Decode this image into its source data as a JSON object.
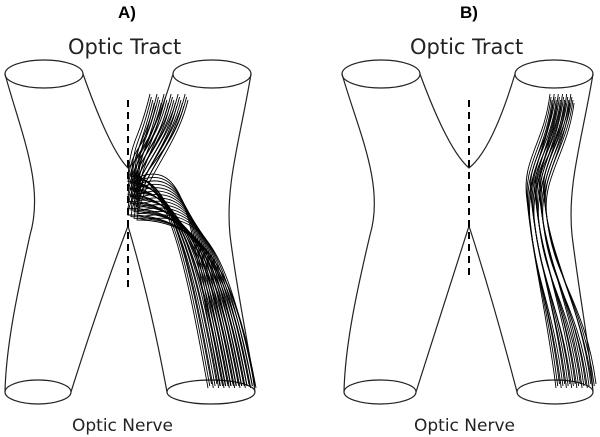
{
  "panels": [
    {
      "label": "A)",
      "top_label": "Optic Tract",
      "bottom_label": "Optic Nerve"
    },
    {
      "label": "B)",
      "top_label": "Optic Tract",
      "bottom_label": "Optic Nerve"
    }
  ]
}
